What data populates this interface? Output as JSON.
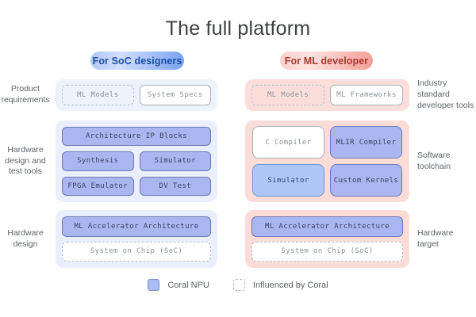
{
  "title": "The full platform",
  "columns": [
    {
      "pill_label": "For SoC designers",
      "groups": [
        {
          "side_label": "Product\nrequirements",
          "boxes": [
            {
              "label": "ML Models",
              "variant": "influenced-by-coral"
            },
            {
              "label": "System Specs",
              "variant": "solid-white"
            }
          ]
        },
        {
          "side_label": "Hardware\ndesign and\ntest tools",
          "boxes": [
            {
              "label": "Architecture IP Blocks",
              "variant": "coral-npu"
            },
            {
              "label": "Synthesis",
              "variant": "coral-npu"
            },
            {
              "label": "Simulator",
              "variant": "coral-npu"
            },
            {
              "label": "FPGA Emulator",
              "variant": "coral-npu"
            },
            {
              "label": "DV Test",
              "variant": "coral-npu"
            }
          ]
        },
        {
          "side_label": "Hardware\ndesign",
          "boxes": [
            {
              "label": "ML Accelerator Architecture",
              "variant": "coral-npu"
            },
            {
              "label": "System on Chip (SoC)",
              "variant": "influenced-by-coral"
            }
          ]
        }
      ]
    },
    {
      "pill_label": "For ML developer",
      "groups": [
        {
          "side_label": "Industry standard\ndeveloper tools",
          "boxes": [
            {
              "label": "ML Models",
              "variant": "influenced-by-coral"
            },
            {
              "label": "ML Frameworks",
              "variant": "solid-white"
            }
          ]
        },
        {
          "side_label": "Software\ntoolchain",
          "boxes": [
            {
              "label": "C Compiler",
              "variant": "solid-white"
            },
            {
              "label": "MLIR Compiler",
              "variant": "coral-npu"
            },
            {
              "label": "Simulator",
              "variant": "coral-npu-light"
            },
            {
              "label": "Custom Kernels",
              "variant": "coral-npu"
            }
          ]
        },
        {
          "side_label": "Hardware\ntarget",
          "boxes": [
            {
              "label": "ML Accelerator Architecture",
              "variant": "coral-npu"
            },
            {
              "label": "System on Chip (SoC)",
              "variant": "influenced-by-coral"
            }
          ]
        }
      ]
    }
  ],
  "legend": {
    "items": [
      {
        "label": "Coral NPU",
        "swatch": "coral-npu"
      },
      {
        "label": "Influenced by Coral",
        "swatch": "influenced-by-coral"
      }
    ]
  },
  "colors": {
    "coral_npu_fill": "#a9b6ef",
    "coral_npu_border": "#6d79b7",
    "coral_npu_light_fill": "#aec7f6",
    "soc_pill_accent": "#76a1f2",
    "ml_pill_accent": "#f49c92",
    "soc_panel_bg": "#e9effc",
    "ml_panel_bg": "#fbdcd7",
    "title_text": "#3c4043",
    "muted_text": "#5f6368"
  }
}
